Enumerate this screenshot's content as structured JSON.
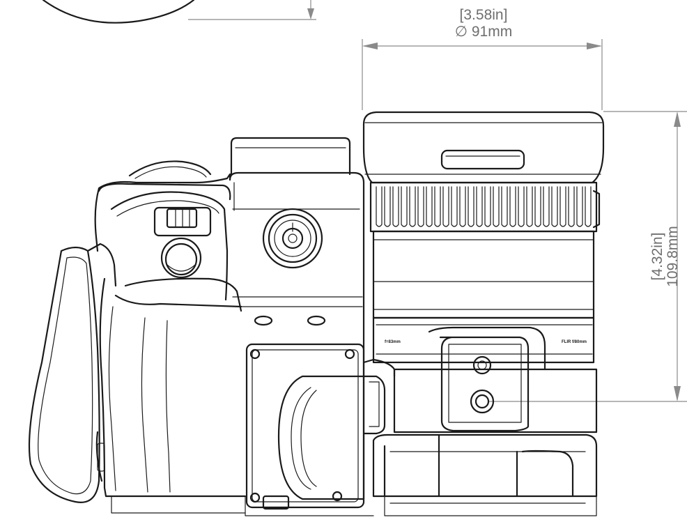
{
  "dimensions": {
    "width_inches": "[3.58in]",
    "width_diameter": "∅ 91mm",
    "height_inches": "[4.32in]",
    "height_mm": "109.8mm"
  },
  "lens_markings": {
    "left": "f=83mm",
    "right": "FLIR f/80mm"
  },
  "colors": {
    "line": "#1a1a1a",
    "dimension": "#8a8a8a",
    "background": "#ffffff"
  }
}
